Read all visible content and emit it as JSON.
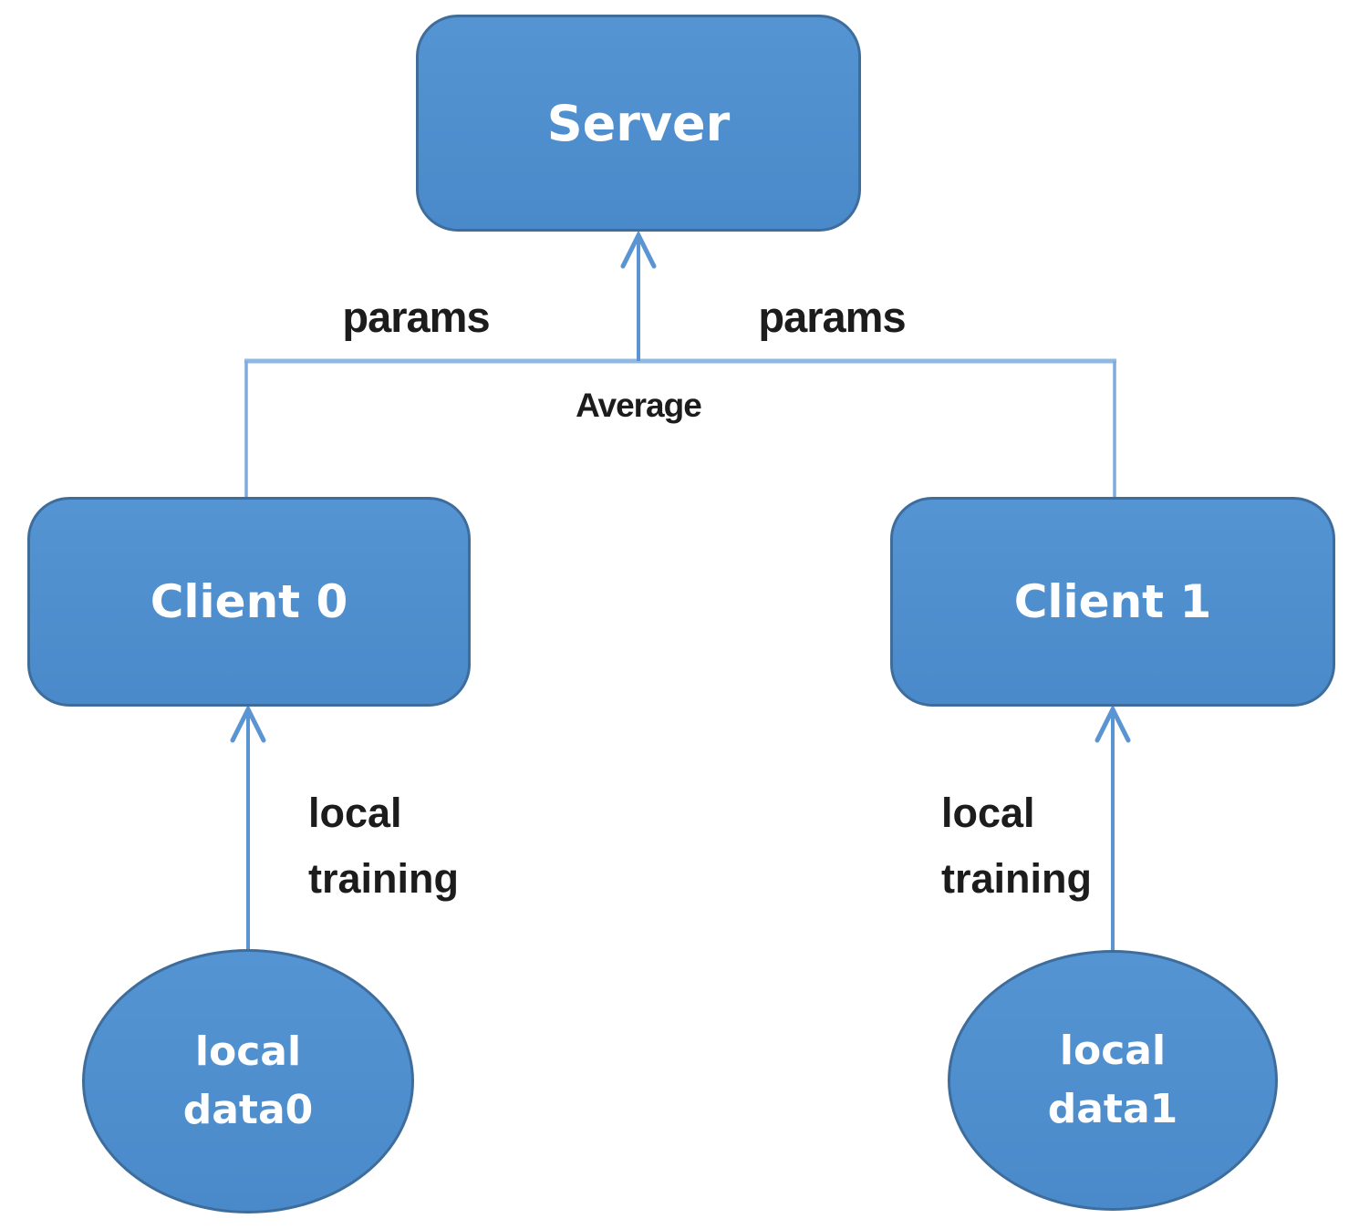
{
  "nodes": {
    "server": {
      "label": "Server"
    },
    "client0": {
      "label": "Client 0"
    },
    "client1": {
      "label": "Client 1"
    },
    "local_data0": {
      "line1": "local",
      "line2": "data0"
    },
    "local_data1": {
      "line1": "local",
      "line2": "data1"
    }
  },
  "edge_labels": {
    "params_left": "params",
    "params_right": "params",
    "average": "Average",
    "local_training_left": {
      "line1": "local",
      "line2": "training"
    },
    "local_training_right": {
      "line1": "local",
      "line2": "training"
    }
  },
  "colors": {
    "node_fill": "#4E8FCD",
    "node_border": "#3E6D9C",
    "node_text": "#FFFFFF",
    "connector_vertical": "#5B94D2",
    "connector_horizontal": "#8FB8E3",
    "label_text": "#1C1C1C"
  }
}
